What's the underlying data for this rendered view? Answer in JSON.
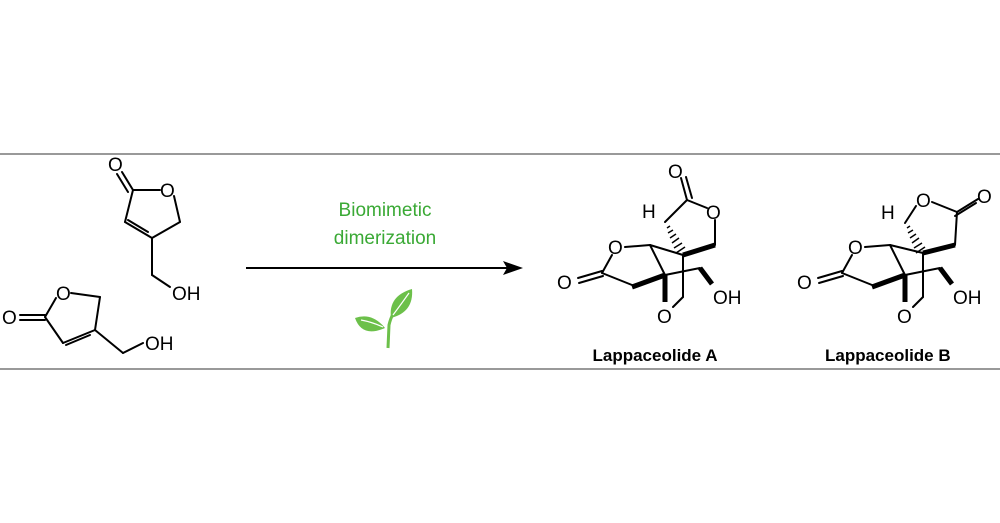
{
  "reaction": {
    "conditions_line1": "Biomimetic",
    "conditions_line2": "dimerization",
    "condition_color": "#3aa935",
    "leaf_color": "#6cc04a",
    "icon": "sprout-icon"
  },
  "atoms": {
    "O": "O",
    "OH": "OH",
    "H": "H"
  },
  "products": [
    {
      "name": "Lappaceolide A"
    },
    {
      "name": "Lappaceolide B"
    }
  ]
}
